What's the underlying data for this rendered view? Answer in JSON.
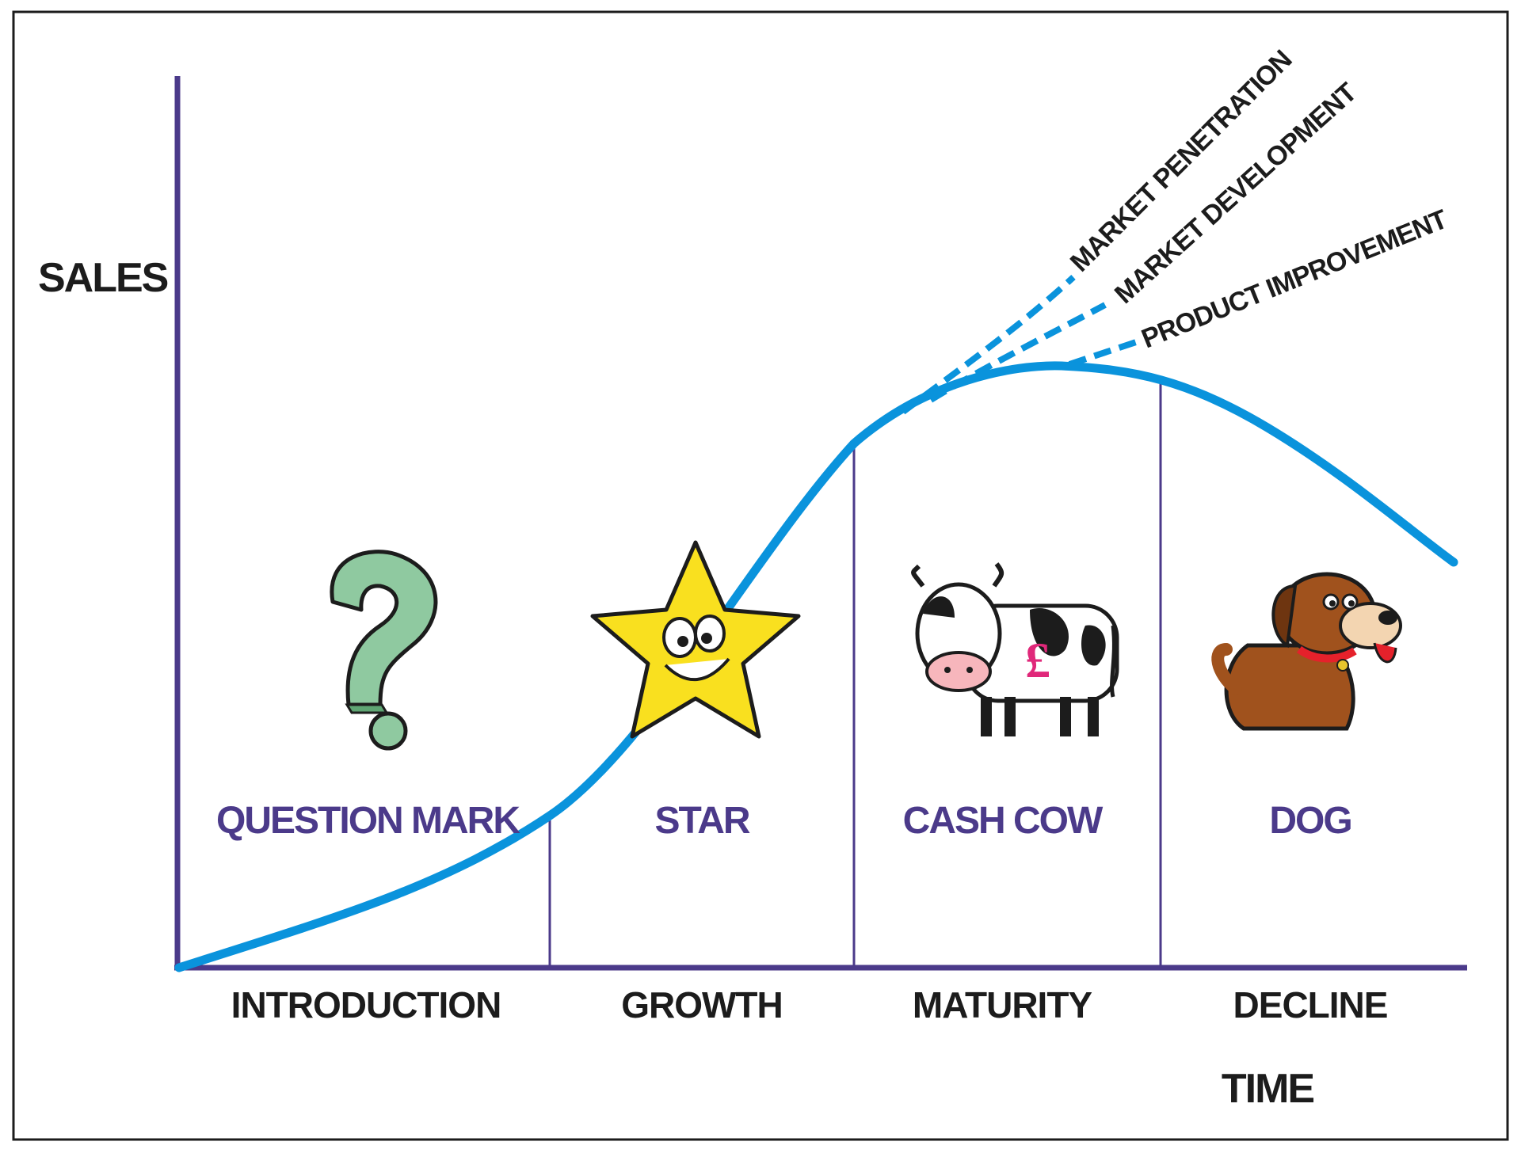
{
  "axes": {
    "y_label": "SALES",
    "x_label": "TIME"
  },
  "stages": [
    {
      "label": "INTRODUCTION"
    },
    {
      "label": "GROWTH"
    },
    {
      "label": "MATURITY"
    },
    {
      "label": "DECLINE"
    }
  ],
  "bcg": [
    {
      "label": "QUESTION MARK",
      "icon": "question-mark-icon"
    },
    {
      "label": "STAR",
      "icon": "star-icon"
    },
    {
      "label": "CASH COW",
      "icon": "cow-icon"
    },
    {
      "label": "DOG",
      "icon": "dog-icon"
    }
  ],
  "strategies": [
    {
      "label": "MARKET PENETRATION"
    },
    {
      "label": "MARKET DEVELOPMENT"
    },
    {
      "label": "PRODUCT IMPROVEMENT"
    }
  ],
  "cow_badge": "£",
  "colors": {
    "curve": "#0a93dc",
    "axis": "#4b3a8a",
    "bcg_label": "#4b3a8a",
    "frame": "#1c1c1c",
    "pound": "#e0287a",
    "question_mark": "#8fc9a0",
    "star": "#f9e01f",
    "dog": "#a0521d"
  }
}
